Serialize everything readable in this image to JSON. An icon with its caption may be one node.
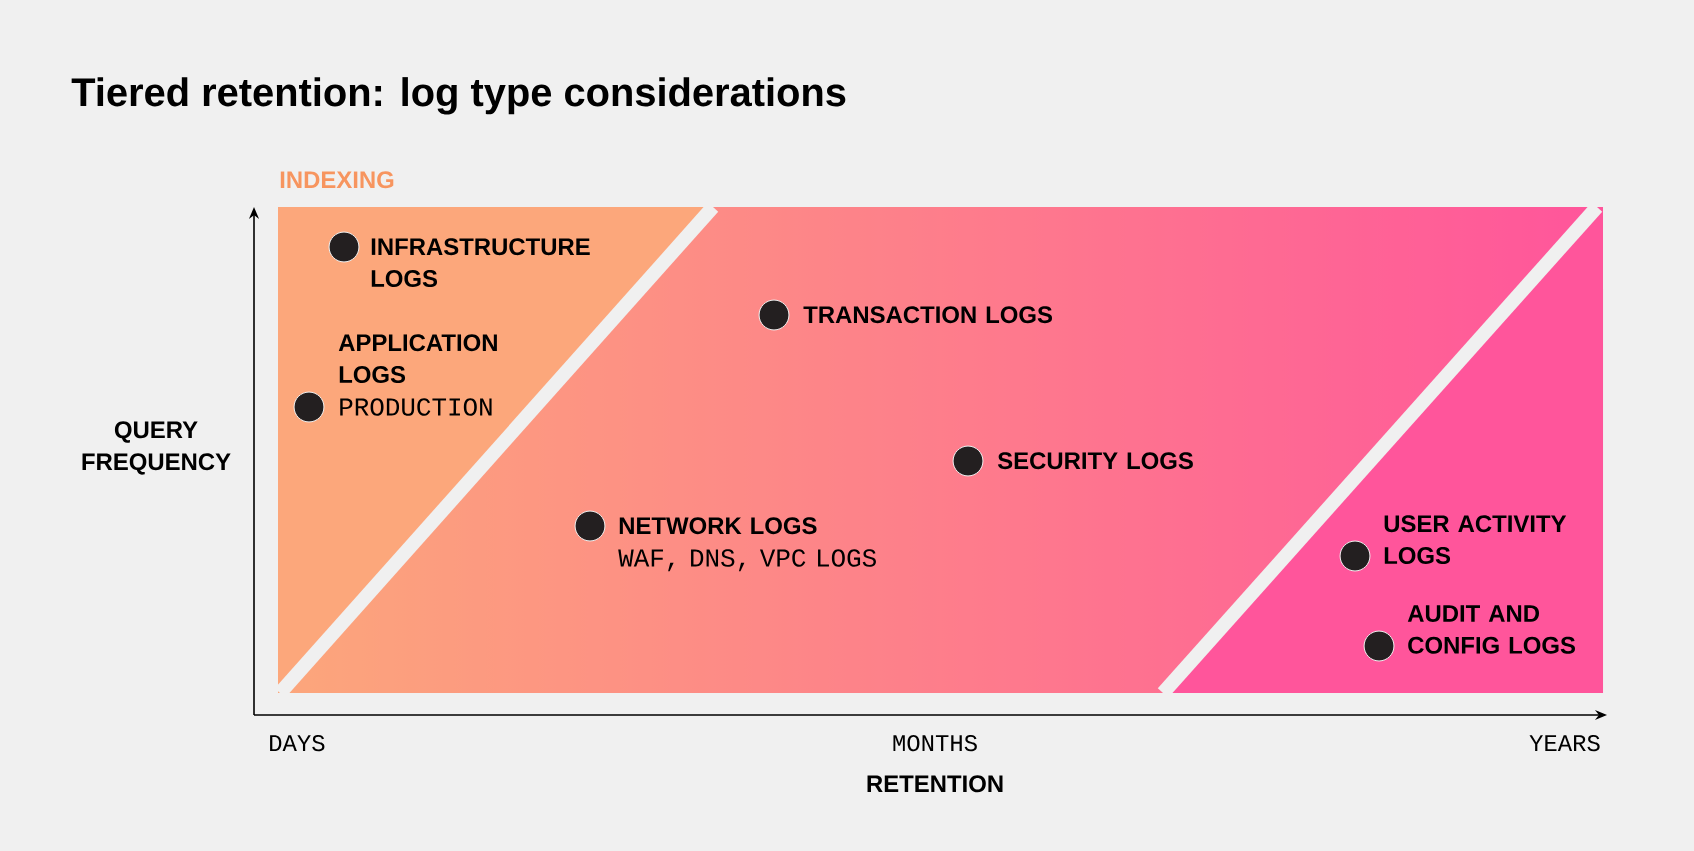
{
  "diagram": {
    "title": "Tiered retention: log type considerations",
    "nodes": [
      {
        "text": [],
        "shape": "box"
      },
      {
        "text": [],
        "shape": "circle",
        "in": 0,
        "beside": [
          "INFRASTRUCTURE LOGS"
        ]
      },
      {
        "text": [],
        "shape": "circle",
        "in": 0,
        "beside": [
          "APPLICATION LOGS",
          "PRODUCTION"
        ]
      },
      {
        "text": [],
        "shape": "circle",
        "in": 0,
        "beside": [
          "TRANSACTION LOGS"
        ]
      },
      {
        "text": [],
        "shape": "circle",
        "in": 0,
        "beside": [
          "SECURITY LOGS"
        ]
      },
      {
        "text": [],
        "shape": "circle",
        "in": 0,
        "beside": [
          "NETWORK LOGS",
          "WAF, DNS, VPC LOGS"
        ]
      },
      {
        "text": [],
        "shape": "circle",
        "in": 0,
        "beside": [
          "USER ACTIVITY LOGS"
        ]
      },
      {
        "text": [],
        "shape": "circle",
        "in": 0,
        "beside": [
          "AUDIT AND CONFIG LOGS"
        ]
      }
    ],
    "labels": [
      "INDEXING",
      "QUERY FREQUENCY",
      "DAYS",
      "MONTHS",
      "YEARS",
      "RETENTION"
    ]
  }
}
